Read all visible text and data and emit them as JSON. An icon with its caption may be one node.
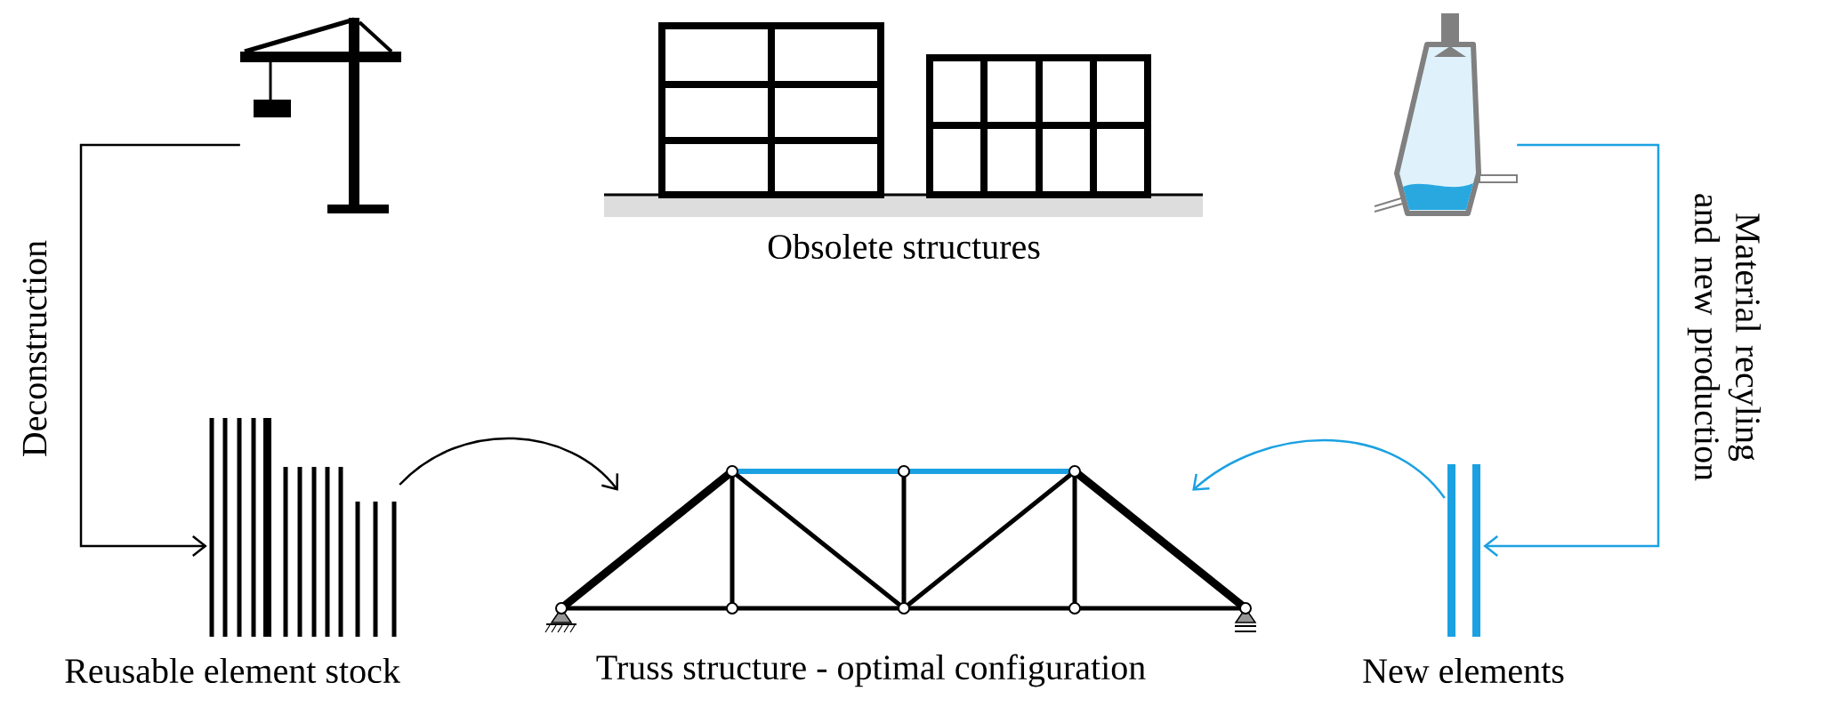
{
  "diagram": {
    "nodes": [
      {
        "text": [],
        "shape": "picture"
      },
      {
        "text": [
          "Obsolete structures"
        ]
      },
      {
        "text": [],
        "shape": "picture"
      },
      {
        "text": [
          "Reusable element stock"
        ]
      },
      {
        "text": [
          "Truss structure - optimal configuration"
        ]
      },
      {
        "text": [
          "New elements"
        ]
      }
    ],
    "edges": [
      {
        "from": 0,
        "to": 3,
        "arrow": "to",
        "label": "Deconstruction"
      },
      {
        "from": 3,
        "to": 4,
        "arrow": "to"
      },
      {
        "from": 5,
        "to": 4,
        "arrow": "to",
        "color": "#1ba1e2"
      },
      {
        "from": 2,
        "to": 5,
        "arrow": "to",
        "label": "Material recyling and new production",
        "color": "#1ba1e2"
      }
    ]
  }
}
